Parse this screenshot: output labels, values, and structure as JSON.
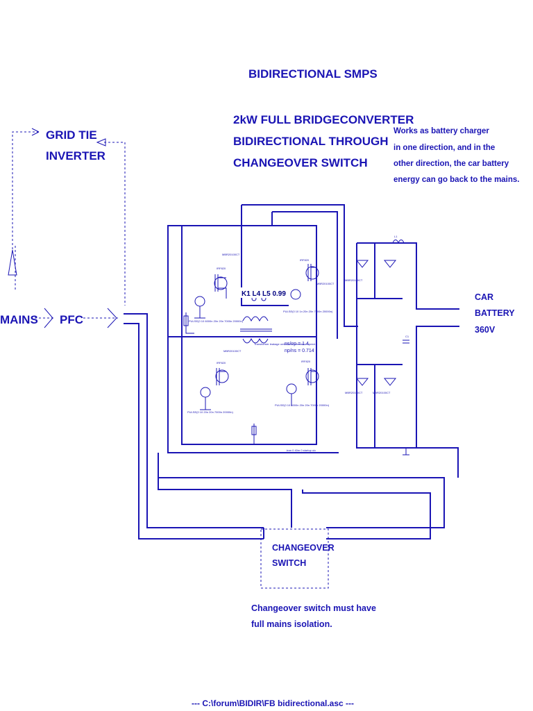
{
  "title": "BIDIRECTIONAL SMPS",
  "subtitle": {
    "line1": "2kW FULL BRIDGECONVERTER",
    "line2": "BIDIRECTIONAL THROUGH",
    "line3": "CHANGEOVER SWITCH"
  },
  "note_top": {
    "line1": "Works as battery charger",
    "line2": "in one direction, and in the",
    "line3": "other direction, the car battery",
    "line4": "energy can go back to the mains."
  },
  "grid_tie": {
    "line1": "GRID TIE",
    "line2": "INVERTER"
  },
  "mains_label": "MAINS",
  "pfc_label": "PFC",
  "battery": {
    "line1": "CAR",
    "line2": "BATTERY",
    "line3": "360V"
  },
  "changeover": {
    "line1": "CHANGEOVER",
    "line2": "SWITCH"
  },
  "note_bottom": {
    "line1": "Changeover switch must have",
    "line2": "full mains isolation."
  },
  "coupling_label": "K1 L4 L5 0.99",
  "ratio": {
    "line1": "ns/np = 1.4",
    "line2": "np/ns = 0.714"
  },
  "footer": "---  C:\\forum\\BIDIR\\FB bidirectional.asc  ---",
  "tiny_labels": {
    "mosfet_part": "IRF820",
    "diode_part": "MBR20100CT",
    "pulse_top_left": "PULSE(0 10 6000n 20n 20n 7000n 20000n)",
    "pulse_top_right": "PULSE(0 10 1n 20n 20n 7000n 20000n)",
    "pulse_bottom_left": "PULSE(0 10 20n 20n 7000n 20000n)",
    "pulse_bottom_right": "PULSE(0 10 6000n 20n 20n 7000n 20000n)",
    "transformer_note": "Transformer leakage omitted for simulation speed.",
    "tran_cmd": ".tran 0 40m 0 startup uic",
    "inductor": "L1",
    "cap": "C1"
  },
  "colors": {
    "ink": "#1a14b4"
  }
}
